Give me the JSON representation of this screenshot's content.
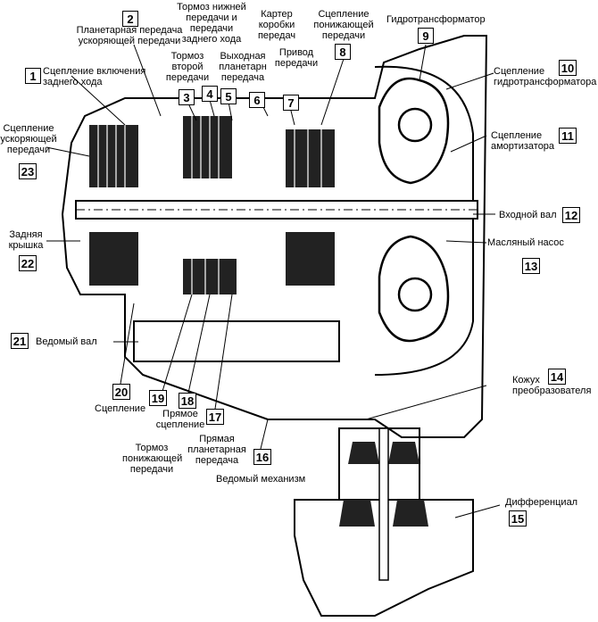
{
  "callouts": [
    {
      "n": "1",
      "text": "Сцепление включения\nзаднего хода"
    },
    {
      "n": "2",
      "text": "Планетарная передача\nускоряющей передачи"
    },
    {
      "n": "3",
      "text": "Тормоз\nвторой\nпередачи"
    },
    {
      "n": "4",
      "text": "Тормоз нижней\nпередачи и\nпередачи\nзаднего хода"
    },
    {
      "n": "5",
      "text": "Выходная\nпланетарн\nпередача"
    },
    {
      "n": "6",
      "text": "Картер\nкоробки\nпередач"
    },
    {
      "n": "7",
      "text": "Привод\nпередачи"
    },
    {
      "n": "8",
      "text": "Сцепление\nпонижающей\nпередачи"
    },
    {
      "n": "9",
      "text": "Гидротрансформатор"
    },
    {
      "n": "10",
      "text": "Сцепление\nгидротрансформатора"
    },
    {
      "n": "11",
      "text": "Сцепление\nамортизатора"
    },
    {
      "n": "12",
      "text": "Входной вал"
    },
    {
      "n": "13",
      "text": "Масляный насос"
    },
    {
      "n": "14",
      "text": "Кожух\nпреобразователя"
    },
    {
      "n": "15",
      "text": "Дифференциал"
    },
    {
      "n": "16",
      "text": "Ведомый механизм"
    },
    {
      "n": "17",
      "text": "Прямая\nпланетарная\nпередача"
    },
    {
      "n": "18",
      "text": "Прямое\nсцепление"
    },
    {
      "n": "19",
      "text": "Тормоз\nпонижающей\nпередачи"
    },
    {
      "n": "20",
      "text": "Сцепление"
    },
    {
      "n": "21",
      "text": "Ведомый вал"
    },
    {
      "n": "22",
      "text": "Задняя\nкрышка"
    },
    {
      "n": "23",
      "text": "Сцепление\nускоряющей\nпередачи"
    }
  ]
}
